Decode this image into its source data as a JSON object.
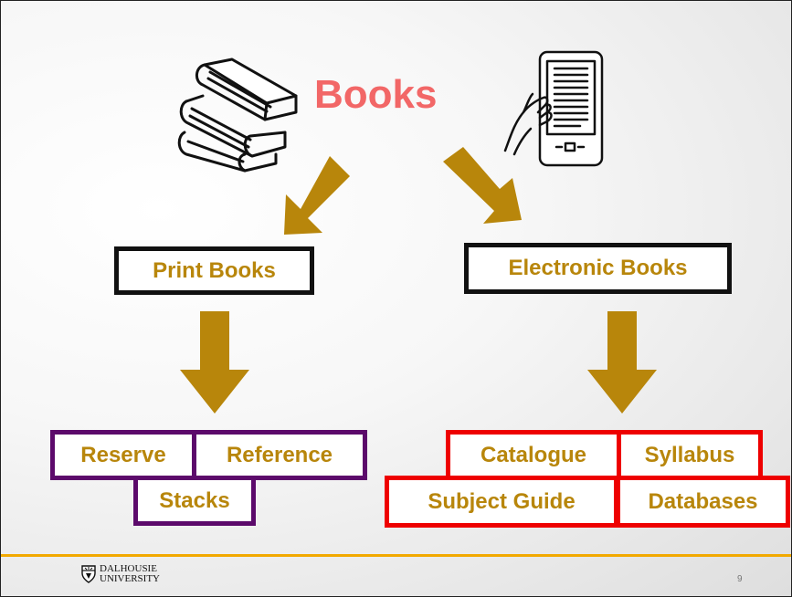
{
  "diagram": {
    "title": "Books",
    "print_label": "Print Books",
    "electronic_label": "Electronic Books",
    "print_options": [
      "Reserve",
      "Reference",
      "Stacks"
    ],
    "electronic_options": [
      "Catalogue",
      "Syllabus",
      "Subject Guide",
      "Databases"
    ]
  },
  "footer": {
    "logo_line1": "DALHOUSIE",
    "logo_line2": "UNIVERSITY",
    "page_number": "9"
  },
  "colors": {
    "title": "#f26767",
    "label_text": "#b8860b",
    "arrow": "#b8860b",
    "print_option_border": "#5c0a6b",
    "electronic_option_border": "#ee0000",
    "footer_rule": "#f2a900"
  },
  "icons": [
    "books-stack-icon",
    "ereader-hand-icon",
    "dalhousie-crest-icon"
  ]
}
